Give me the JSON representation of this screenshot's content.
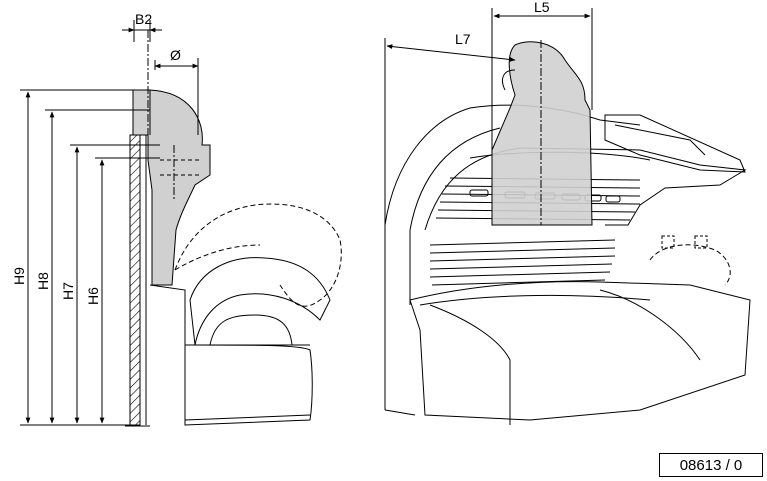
{
  "labels": {
    "b2": "B2",
    "diameter": "Ø",
    "h9": "H9",
    "h8": "H8",
    "h7": "H7",
    "h6": "H6",
    "l5": "L5",
    "l7": "L7"
  },
  "reference_number": "08613 / 0",
  "colors": {
    "line": "#000000",
    "shade": "#d0d0d0",
    "background": "#ffffff"
  }
}
